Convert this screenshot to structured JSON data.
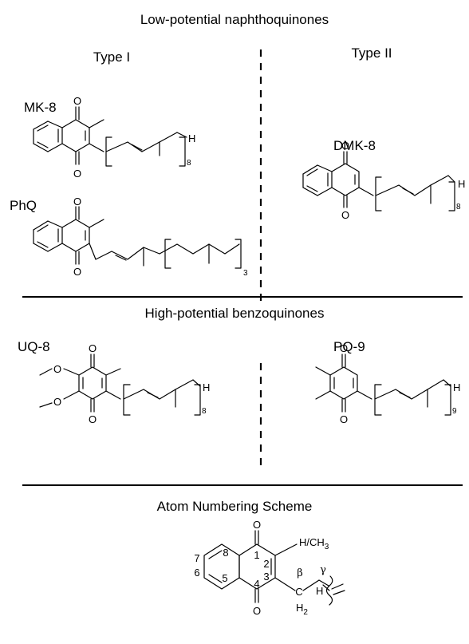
{
  "sections": {
    "low_title": "Low-potential naphthoquinones",
    "type1": "Type I",
    "type2": "Type II",
    "high_title": "High-potential benzoquinones",
    "numbering_title": "Atom Numbering Scheme"
  },
  "molecules": {
    "mk8": {
      "name": "MK-8",
      "repeat": "8"
    },
    "dmk8": {
      "name": "DMK-8",
      "repeat": "8"
    },
    "phq": {
      "name": "PhQ",
      "repeat": "3"
    },
    "uq8": {
      "name": "UQ-8",
      "repeat": "8"
    },
    "pq9": {
      "name": "PQ-9",
      "repeat": "9"
    }
  },
  "atoms": {
    "O": "O",
    "H": "H",
    "C": "C",
    "H2": "H",
    "CH3": "H/CH",
    "sub2": "2",
    "sub3": "3"
  },
  "numbering": {
    "n1": "1",
    "n2": "2",
    "n3": "3",
    "n4": "4",
    "n5": "5",
    "n6": "6",
    "n7": "7",
    "n8": "8",
    "beta": "β",
    "gamma": "γ"
  }
}
